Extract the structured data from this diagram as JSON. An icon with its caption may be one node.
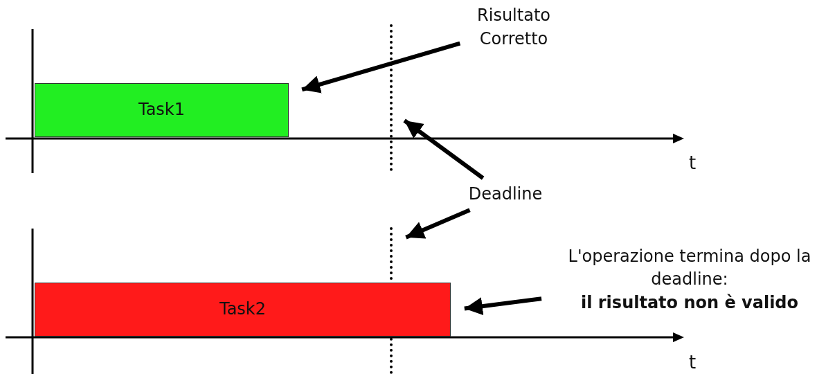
{
  "diagram": {
    "nodes": [
      {
        "text": [
          "Risultato Corretto"
        ]
      },
      {
        "text": [],
        "shape": "line"
      },
      {
        "text": [
          "Task1"
        ]
      },
      {
        "text": [
          "Deadline"
        ]
      },
      {
        "text": [],
        "shape": "line"
      },
      {
        "text": [
          "L'operazione termina dopo la deadline:",
          "il risultato non è valido"
        ]
      },
      {
        "text": [
          "Task2"
        ]
      }
    ],
    "edges": [
      {
        "from": 0,
        "to": 2,
        "arrow": "to"
      },
      {
        "from": 3,
        "to": 1,
        "arrow": "to"
      },
      {
        "from": 3,
        "to": 4,
        "arrow": "to"
      },
      {
        "from": 5,
        "to": 6,
        "arrow": "to"
      }
    ],
    "labels": [
      "t",
      "t"
    ]
  }
}
